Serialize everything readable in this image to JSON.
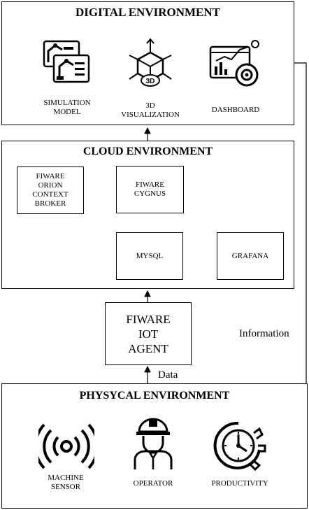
{
  "digital": {
    "title": "DIGITAL ENVIRONMENT",
    "items": [
      {
        "label_l1": "SIMULATION",
        "label_l2": "MODEL",
        "icon": "simulation-icon"
      },
      {
        "label_l1": "3D",
        "label_l2": "VISUALIZATION",
        "icon": "3d-cube-icon",
        "badge": "3D"
      },
      {
        "label_l1": "DASHBOARD",
        "label_l2": "",
        "icon": "dashboard-icon"
      }
    ]
  },
  "cloud": {
    "title": "CLOUD ENVIRONMENT",
    "orion": {
      "l1": "FIWARE",
      "l2": "ORION",
      "l3": "CONTEXT",
      "l4": "BROKER"
    },
    "cygnus": {
      "l1": "FIWARE",
      "l2": "CYGNUS"
    },
    "mysql": "MYSQL",
    "grafana": "GRAFANA"
  },
  "iot_agent": {
    "l1": "FIWARE",
    "l2": "IOT",
    "l3": "AGENT"
  },
  "flows": {
    "data": "Data",
    "information": "Information"
  },
  "physical": {
    "title": "PHYSYCAL ENVIRONMENT",
    "items": [
      {
        "label_l1": "MACHINE",
        "label_l2": "SENSOR",
        "icon": "sensor-icon"
      },
      {
        "label_l1": "OPERATOR",
        "label_l2": "",
        "icon": "operator-icon"
      },
      {
        "label_l1": "PRODUCTIVITY",
        "label_l2": "",
        "icon": "productivity-gear-icon"
      }
    ]
  }
}
